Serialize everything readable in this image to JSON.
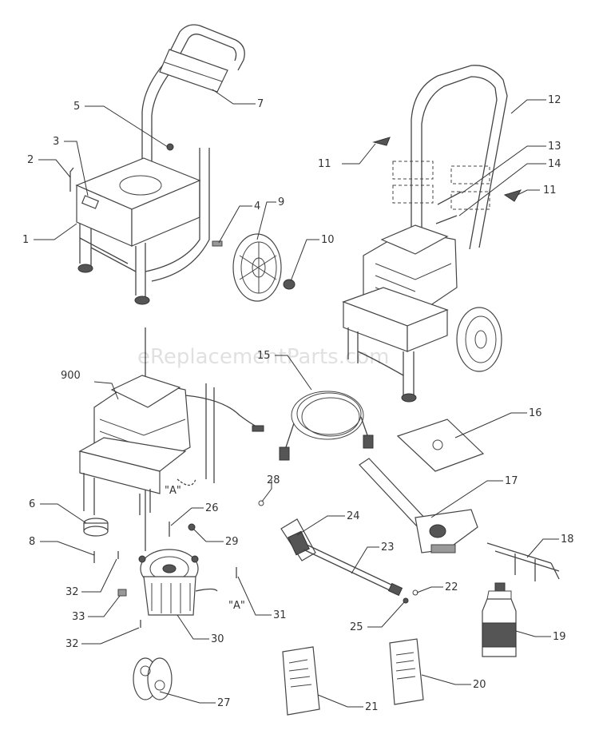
{
  "watermark": "eReplacementParts.com",
  "callouts": {
    "c1": "1",
    "c2": "2",
    "c3": "3",
    "c4": "4",
    "c5": "5",
    "c6": "6",
    "c7": "7",
    "c8": "8",
    "c9": "9",
    "c10": "10",
    "c11a": "11",
    "c11b": "11",
    "c12": "12",
    "c13": "13",
    "c14": "14",
    "c15": "15",
    "c16": "16",
    "c17": "17",
    "c18": "18",
    "c19": "19",
    "c20": "20",
    "c21": "21",
    "c22": "22",
    "c23": "23",
    "c24": "24",
    "c25": "25",
    "c26": "26",
    "c27": "27",
    "c28": "28",
    "c29": "29",
    "c30": "30",
    "c31": "31",
    "c32a": "32",
    "c32b": "32",
    "c33": "33",
    "c900": "900",
    "refA1": "\"A\"",
    "refA2": "\"A\""
  }
}
